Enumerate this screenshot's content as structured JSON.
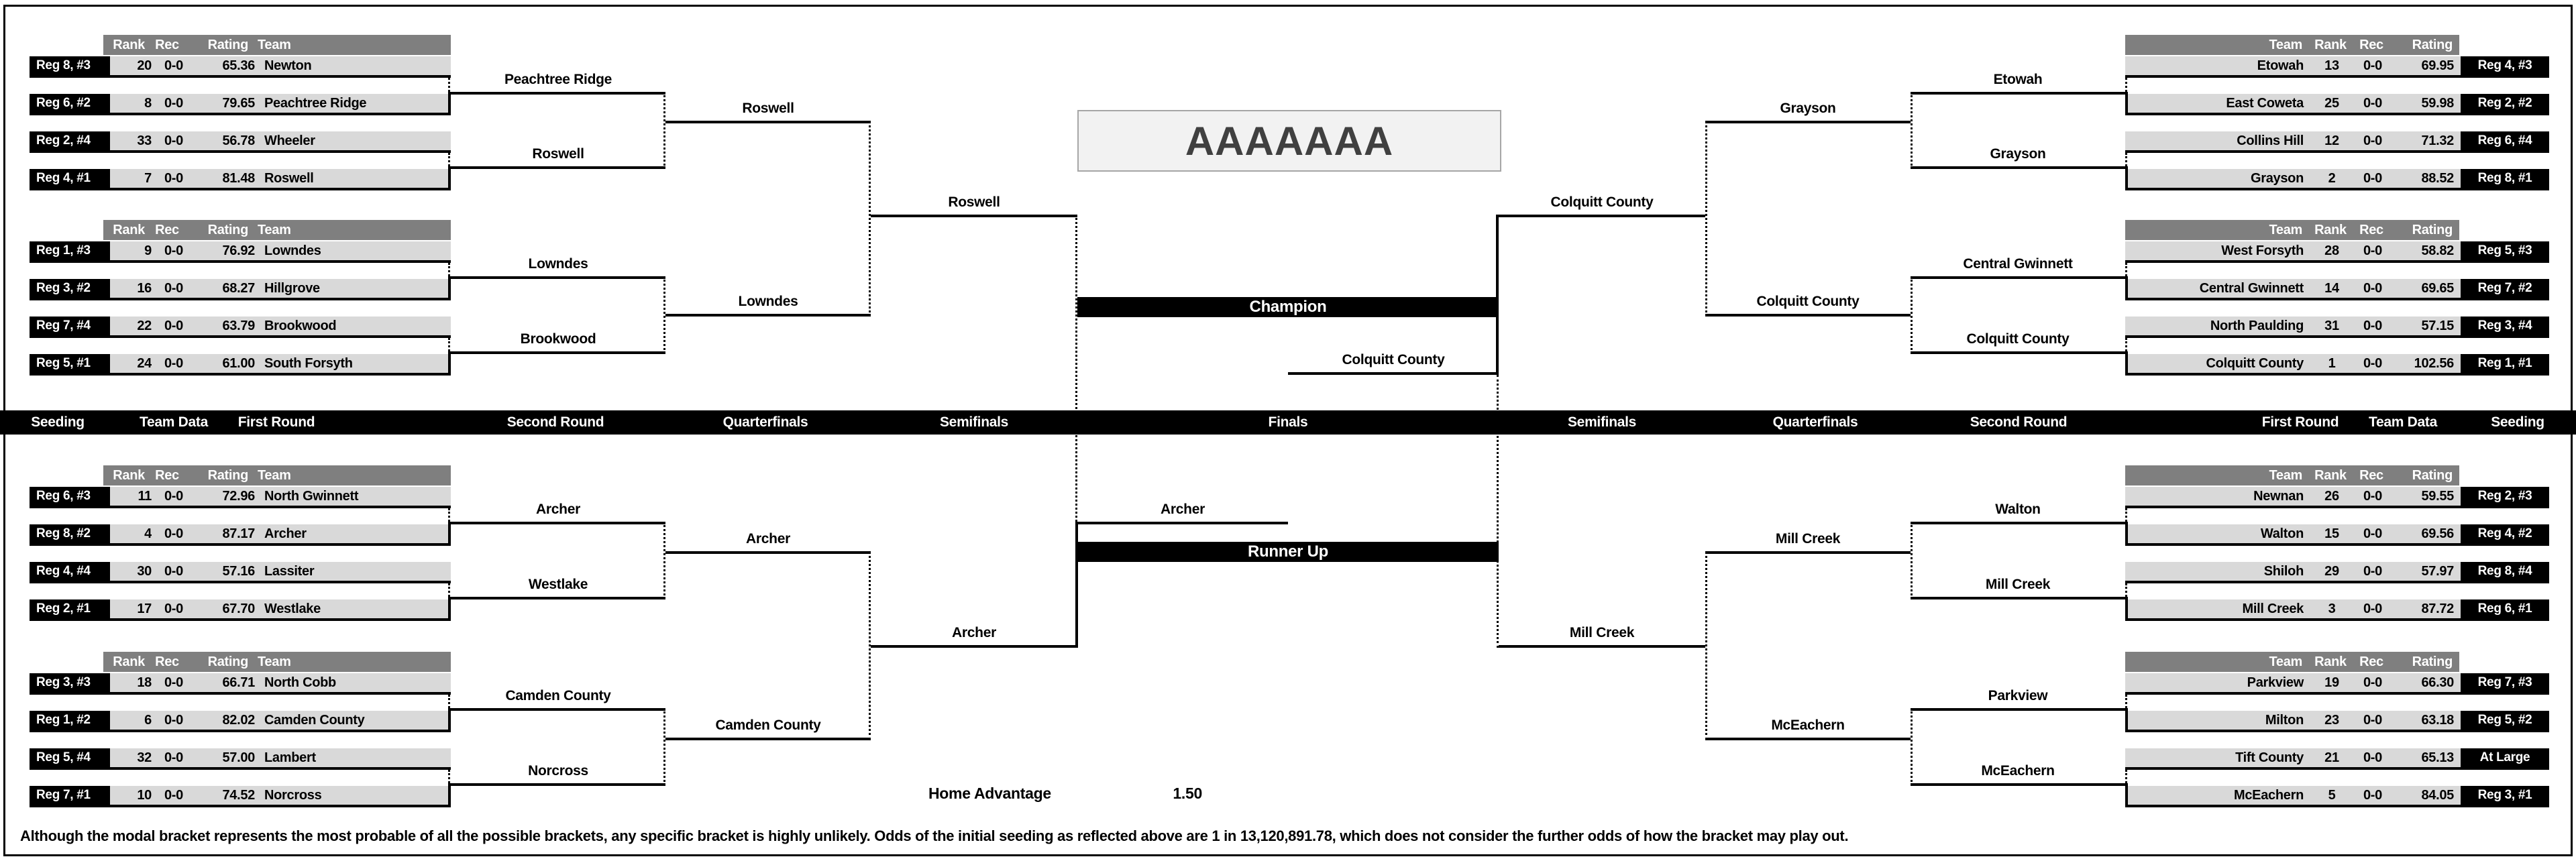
{
  "title": "AAAAAAA",
  "header": {
    "rank": "Rank",
    "rec": "Rec",
    "rating": "Rating",
    "team": "Team"
  },
  "divider": [
    "Seeding",
    "Team Data",
    "First Round",
    "Second Round",
    "Quarterfinals",
    "Semifinals",
    "Finals",
    "Semifinals",
    "Quarterfinals",
    "Second Round",
    "First Round",
    "Team Data",
    "Seeding"
  ],
  "finals": {
    "champion_label": "Champion",
    "champion_team": "Colquitt County",
    "runner_up_label": "Runner Up",
    "runner_up_team": "Archer"
  },
  "footer": {
    "home_advantage_label": "Home Advantage",
    "home_advantage_value": "1.50",
    "disclaimer": "Although the modal bracket represents the most probable of all the possible brackets, any specific bracket is highly unlikely.  Odds of the initial seeding as reflected above are 1 in 13,120,891.78, which does not consider the further odds of how the bracket may play out."
  },
  "q": {
    "tl": {
      "teams": [
        {
          "seed": "Reg 8, #3",
          "rank": "20",
          "rec": "0-0",
          "rating": "65.36",
          "team": "Newton"
        },
        {
          "seed": "Reg 6, #2",
          "rank": "8",
          "rec": "0-0",
          "rating": "79.65",
          "team": "Peachtree Ridge"
        },
        {
          "seed": "Reg 2, #4",
          "rank": "33",
          "rec": "0-0",
          "rating": "56.78",
          "team": "Wheeler"
        },
        {
          "seed": "Reg 4, #1",
          "rank": "7",
          "rec": "0-0",
          "rating": "81.48",
          "team": "Roswell"
        },
        {
          "seed": "Reg 1, #3",
          "rank": "9",
          "rec": "0-0",
          "rating": "76.92",
          "team": "Lowndes"
        },
        {
          "seed": "Reg 3, #2",
          "rank": "16",
          "rec": "0-0",
          "rating": "68.27",
          "team": "Hillgrove"
        },
        {
          "seed": "Reg 7, #4",
          "rank": "22",
          "rec": "0-0",
          "rating": "63.79",
          "team": "Brookwood"
        },
        {
          "seed": "Reg 5, #1",
          "rank": "24",
          "rec": "0-0",
          "rating": "61.00",
          "team": "South Forsyth"
        }
      ],
      "round2": [
        "Peachtree Ridge",
        "Roswell",
        "Lowndes",
        "Brookwood"
      ],
      "qf": [
        "Roswell",
        "Lowndes"
      ],
      "sf": "Roswell"
    },
    "bl": {
      "teams": [
        {
          "seed": "Reg 6, #3",
          "rank": "11",
          "rec": "0-0",
          "rating": "72.96",
          "team": "North Gwinnett"
        },
        {
          "seed": "Reg 8, #2",
          "rank": "4",
          "rec": "0-0",
          "rating": "87.17",
          "team": "Archer"
        },
        {
          "seed": "Reg 4, #4",
          "rank": "30",
          "rec": "0-0",
          "rating": "57.16",
          "team": "Lassiter"
        },
        {
          "seed": "Reg 2, #1",
          "rank": "17",
          "rec": "0-0",
          "rating": "67.70",
          "team": "Westlake"
        },
        {
          "seed": "Reg 3, #3",
          "rank": "18",
          "rec": "0-0",
          "rating": "66.71",
          "team": "North Cobb"
        },
        {
          "seed": "Reg 1, #2",
          "rank": "6",
          "rec": "0-0",
          "rating": "82.02",
          "team": "Camden County"
        },
        {
          "seed": "Reg 5, #4",
          "rank": "32",
          "rec": "0-0",
          "rating": "57.00",
          "team": "Lambert"
        },
        {
          "seed": "Reg 7, #1",
          "rank": "10",
          "rec": "0-0",
          "rating": "74.52",
          "team": "Norcross"
        }
      ],
      "round2": [
        "Archer",
        "Westlake",
        "Camden County",
        "Norcross"
      ],
      "qf": [
        "Archer",
        "Camden County"
      ],
      "sf": "Archer"
    },
    "tr": {
      "teams": [
        {
          "seed": "Reg 4, #3",
          "rank": "13",
          "rec": "0-0",
          "rating": "69.95",
          "team": "Etowah"
        },
        {
          "seed": "Reg 2, #2",
          "rank": "25",
          "rec": "0-0",
          "rating": "59.98",
          "team": "East Coweta"
        },
        {
          "seed": "Reg 6, #4",
          "rank": "12",
          "rec": "0-0",
          "rating": "71.32",
          "team": "Collins Hill"
        },
        {
          "seed": "Reg 8, #1",
          "rank": "2",
          "rec": "0-0",
          "rating": "88.52",
          "team": "Grayson"
        },
        {
          "seed": "Reg 5, #3",
          "rank": "28",
          "rec": "0-0",
          "rating": "58.82",
          "team": "West Forsyth"
        },
        {
          "seed": "Reg 7, #2",
          "rank": "14",
          "rec": "0-0",
          "rating": "69.65",
          "team": "Central Gwinnett"
        },
        {
          "seed": "Reg 3, #4",
          "rank": "31",
          "rec": "0-0",
          "rating": "57.15",
          "team": "North Paulding"
        },
        {
          "seed": "Reg 1, #1",
          "rank": "1",
          "rec": "0-0",
          "rating": "102.56",
          "team": "Colquitt County"
        }
      ],
      "round2": [
        "Etowah",
        "Grayson",
        "Central Gwinnett",
        "Colquitt County"
      ],
      "qf": [
        "Grayson",
        "Colquitt County"
      ],
      "sf": "Colquitt County"
    },
    "br": {
      "teams": [
        {
          "seed": "Reg 2, #3",
          "rank": "26",
          "rec": "0-0",
          "rating": "59.55",
          "team": "Newnan"
        },
        {
          "seed": "Reg 4, #2",
          "rank": "15",
          "rec": "0-0",
          "rating": "69.56",
          "team": "Walton"
        },
        {
          "seed": "Reg 8, #4",
          "rank": "29",
          "rec": "0-0",
          "rating": "57.97",
          "team": "Shiloh"
        },
        {
          "seed": "Reg 6, #1",
          "rank": "3",
          "rec": "0-0",
          "rating": "87.72",
          "team": "Mill Creek"
        },
        {
          "seed": "Reg 7, #3",
          "rank": "19",
          "rec": "0-0",
          "rating": "66.30",
          "team": "Parkview"
        },
        {
          "seed": "Reg 5, #2",
          "rank": "23",
          "rec": "0-0",
          "rating": "63.18",
          "team": "Milton"
        },
        {
          "seed": "At Large",
          "rank": "21",
          "rec": "0-0",
          "rating": "65.13",
          "team": "Tift County"
        },
        {
          "seed": "Reg 3, #1",
          "rank": "5",
          "rec": "0-0",
          "rating": "84.05",
          "team": "McEachern"
        }
      ],
      "round2": [
        "Walton",
        "Mill Creek",
        "Parkview",
        "McEachern"
      ],
      "qf": [
        "Mill Creek",
        "McEachern"
      ],
      "sf": "Mill Creek"
    }
  }
}
